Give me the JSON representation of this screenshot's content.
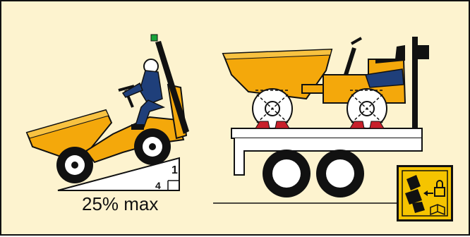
{
  "slope": {
    "ratio_run": "4",
    "ratio_rise": "1",
    "max_label": "25% max"
  },
  "safety_icon": {
    "name": "lock-manual-icon"
  },
  "colors": {
    "panel_background": "#fdf3cf",
    "machine_body": "#f4a80b",
    "operator_suit": "#1f3f7a",
    "beacon": "#19a33a",
    "tie_down": "#c8202b",
    "icon_background": "#f5c400"
  }
}
